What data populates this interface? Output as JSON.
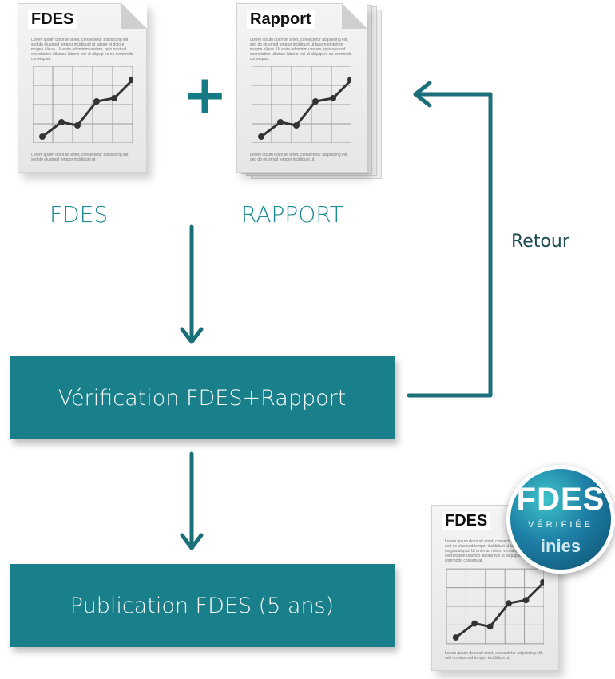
{
  "documents": {
    "fdes": {
      "title": "FDES",
      "lorem_top": "Lorem ipsum dolor sit amet, consectetur adipisicing elit, sed do eiusmod tempor incididunt ut labore et dolore magna aliqua. Ut enim ad minim veniam, quis nostrud exercitation ullamco laboris nisi ut aliquip ex ea commodo consequat.",
      "lorem_bottom": "Lorem ipsum dolor sit amet, consectetur adipisicing elit, sed do eiusmod tempor incididunt ut."
    },
    "rapport": {
      "title": "Rapport",
      "lorem_top": "Lorem ipsum dolor sit amet, consectetur adipisicing elit, sed do eiusmod tempor incididunt ut labore et dolore magna aliqua. Ut enim ad minim veniam, quis nostrud exercitation ullamco laboris nisi ut aliquip ex ea commodo consequat.",
      "lorem_bottom": "Lorem ipsum dolor sit amet, consectetur adipisicing elit, sed do eiusmod tempor incididunt ut."
    },
    "published": {
      "title": "FDES",
      "lorem_top": "Lorem ipsum dolor sit amet, consectetur adipisicing elit, sed do eiusmod tempor incididunt ut labore et dolore magna aliqua. Ut enim ad minim veniam, quis nostrud exercitation ullamco laboris nisi ut aliquip ex ea commodo consequat.",
      "lorem_bottom": "Lorem ipsum dolor sit amet, consectetur adipisicing elit, sed do eiusmod tempor incididunt ut."
    }
  },
  "plus_sign": "+",
  "labels": {
    "fdes": "FDES",
    "rapport": "RAPPORT",
    "retour": "Retour"
  },
  "steps": {
    "verification": "Vérification FDES+Rapport",
    "publication": "Publication FDES (5 ans)"
  },
  "badge": {
    "title": "FDES",
    "subtitle": "VÉRIFIÉE",
    "brand": "inies"
  },
  "icons": {
    "document": "document-with-line-chart-icon",
    "badge": "fdes-verifiee-seal-icon"
  },
  "colors": {
    "teal": "#197f8a",
    "label_teal": "#1a8a93",
    "arrow": "#1b6f79",
    "retour_text": "#1d4a52"
  }
}
